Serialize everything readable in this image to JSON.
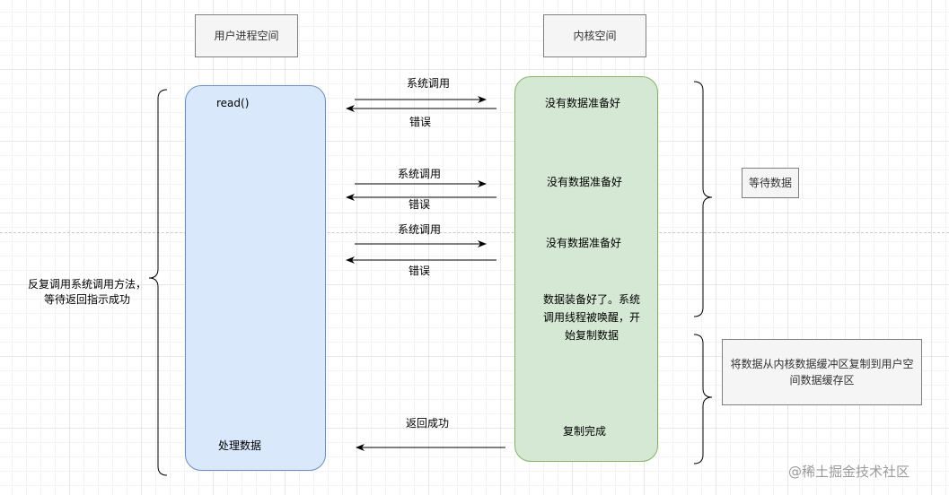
{
  "header": {
    "user_space": "用户进程空间",
    "kernel_space": "内核空间"
  },
  "user_lane": {
    "read_call": "read()",
    "process_data": "处理数据"
  },
  "kernel_lane": {
    "not_ready_1": "没有数据准备好",
    "not_ready_2": "没有数据准备好",
    "not_ready_3": "没有数据准备好",
    "data_ready": "数据装备好了。系统调用线程被唤醒，开始复制数据",
    "copy_done": "复制完成"
  },
  "arrows": {
    "syscall_1": "系统调用",
    "error_1": "错误",
    "syscall_2": "系统调用",
    "error_2": "错误",
    "syscall_3": "系统调用",
    "error_3": "错误",
    "return_success": "返回成功"
  },
  "annotations": {
    "left_note": "反复调用系统调用方法，等待返回指示成功",
    "wait_data": "等待数据",
    "copy_note": "将数据从内核数据缓冲区复制到用户空间数据缓存区"
  },
  "watermark": "@稀土掘金技术社区",
  "colors": {
    "user_fill": "#dae8fc",
    "user_stroke": "#6c8ebf",
    "kernel_fill": "#d5e8d4",
    "kernel_stroke": "#82b366",
    "header_fill": "#f5f5f5"
  }
}
